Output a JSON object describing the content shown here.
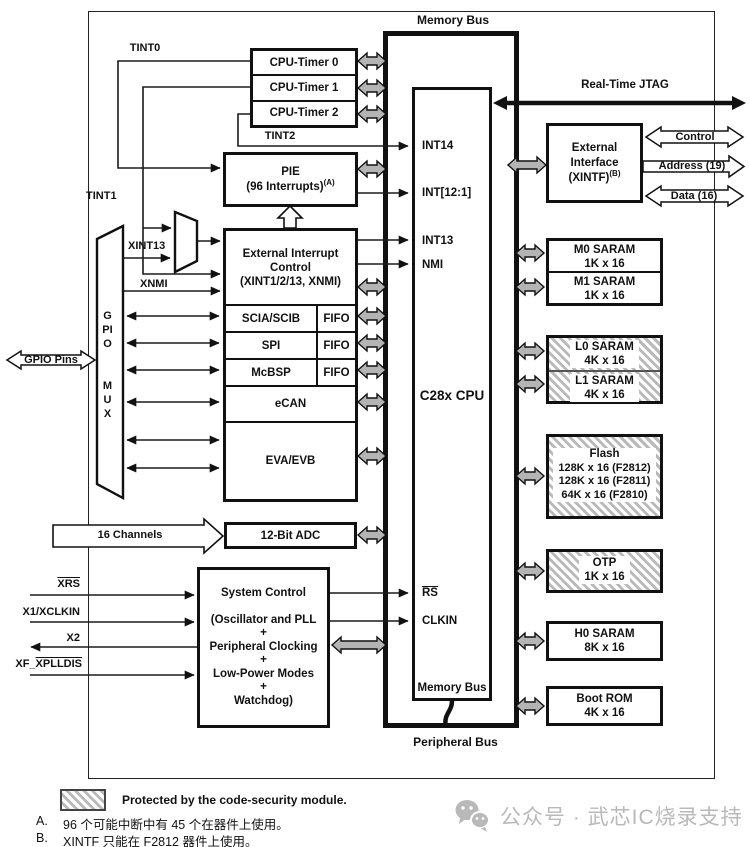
{
  "diagram": {
    "buses": {
      "memory_bus_top": "Memory Bus",
      "memory_bus_cpu": "Memory Bus",
      "peripheral_bus": "Peripheral Bus"
    },
    "timers": [
      "CPU-Timer 0",
      "CPU-Timer 1",
      "CPU-Timer 2"
    ],
    "timer_signals": {
      "tint0": "TINT0",
      "tint1": "TINT1",
      "tint2": "TINT2"
    },
    "pie": {
      "line1": "PIE",
      "line2": "(96 Interrupts)",
      "note_ref": "(A)"
    },
    "eic": {
      "line1": "External Interrupt",
      "line2": "Control",
      "line3": "(XINT1/2/13, XNMI)"
    },
    "ext_signals": {
      "xint13": "XINT13",
      "xnmi": "XNMI"
    },
    "cpu": {
      "title": "C28x CPU",
      "int14": "INT14",
      "int12_1": "INT[12:1]",
      "int13": "INT13",
      "nmi": "NMI",
      "rs": "RS",
      "clkin": "CLKIN"
    },
    "peripherals": {
      "rows": [
        {
          "label": "SCIA/SCIB",
          "fifo": "FIFO"
        },
        {
          "label": "SPI",
          "fifo": "FIFO"
        },
        {
          "label": "McBSP",
          "fifo": "FIFO"
        },
        {
          "label": "eCAN",
          "fifo": ""
        },
        {
          "label": "EVA/EVB",
          "fifo": ""
        }
      ]
    },
    "adc": {
      "label": "12-Bit ADC",
      "channels": "16 Channels"
    },
    "gpio": {
      "pins": "GPIO Pins",
      "mux_top": "GPIO",
      "mux_bottom": "MUX"
    },
    "system_control": {
      "lines": [
        "System Control",
        "(Oscillator and PLL",
        "+",
        "Peripheral Clocking",
        "+",
        "Low-Power Modes",
        "+",
        "Watchdog)"
      ]
    },
    "left_pins": {
      "xrs": "XRS",
      "x1": "X1/XCLKIN",
      "x2": "X2",
      "xf_prefix": "XF_",
      "xf_overline": "XPLLDIS"
    },
    "jtag": "Real-Time JTAG",
    "xintf": {
      "line1": "External",
      "line2": "Interface",
      "line3": "(XINTF)",
      "note_ref": "(B)",
      "control": "Control",
      "address": "Address (19)",
      "data": "Data (16)"
    },
    "memories": {
      "m0": {
        "name": "M0 SARAM",
        "size": "1K x 16"
      },
      "m1": {
        "name": "M1 SARAM",
        "size": "1K x 16"
      },
      "l0": {
        "name": "L0 SARAM",
        "size": "4K x 16"
      },
      "l1": {
        "name": "L1 SARAM",
        "size": "4K x 16"
      },
      "flash": {
        "name": "Flash",
        "sizes": [
          "128K x 16 (F2812)",
          "128K x 16 (F2811)",
          "64K x 16 (F2810)"
        ]
      },
      "otp": {
        "name": "OTP",
        "size": "1K x 16"
      },
      "h0": {
        "name": "H0 SARAM",
        "size": "8K x 16"
      },
      "boot": {
        "name": "Boot ROM",
        "size": "4K x 16"
      }
    },
    "legend": "Protected by the code-security module.",
    "notes": [
      {
        "id": "A.",
        "text": "96 个可能中断中有 45 个在器件上使用。"
      },
      {
        "id": "B.",
        "text": "XINTF 只能在 F2812 器件上使用。"
      }
    ],
    "watermark": "公众号 · 武芯IC烧录支持",
    "colors": {
      "arrow_gray": "#b4b4b4",
      "hatch_gray": "#b9b9b9",
      "watermark_gray": "#b9b9b9"
    }
  }
}
